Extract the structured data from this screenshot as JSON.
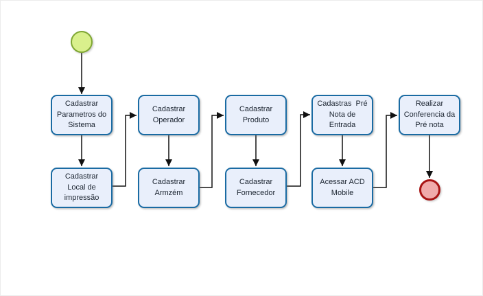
{
  "diagram": {
    "type": "flowchart",
    "background": "#ffffff",
    "colors": {
      "task_fill": "#e9effb",
      "task_border": "#1a6ba3",
      "task_text": "#1b2430",
      "start_event_fill": "#d9f08c",
      "start_event_border": "#7fa733",
      "end_event_fill": "#f0abab",
      "end_event_border": "#a81414",
      "connector": "#111111"
    },
    "nodes": {
      "start": {
        "type": "start-event"
      },
      "task_parametros": {
        "label": "Cadastrar\nParametros do\nSistema"
      },
      "task_operador": {
        "label": "Cadastrar\nOperador"
      },
      "task_produto": {
        "label": "Cadastrar\nProduto"
      },
      "task_pre_nota": {
        "label": "Cadastras  Pré\nNota de\nEntrada"
      },
      "task_conferencia": {
        "label": "Realizar\nConferencia da\nPré nota"
      },
      "task_local_impressao": {
        "label": "Cadastrar\nLocal de\nimpressão"
      },
      "task_armzem": {
        "label": "Cadastrar\nArmzém"
      },
      "task_fornecedor": {
        "label": "Cadastrar\nFornecedor"
      },
      "task_acd_mobile": {
        "label": "Acessar ACD\nMobile"
      },
      "end": {
        "type": "end-event"
      }
    },
    "edges": [
      {
        "from": "start",
        "to": "task_parametros"
      },
      {
        "from": "task_parametros",
        "to": "task_local_impressao"
      },
      {
        "from": "task_local_impressao",
        "to": "task_operador"
      },
      {
        "from": "task_operador",
        "to": "task_armzem"
      },
      {
        "from": "task_armzem",
        "to": "task_produto"
      },
      {
        "from": "task_produto",
        "to": "task_fornecedor"
      },
      {
        "from": "task_fornecedor",
        "to": "task_pre_nota"
      },
      {
        "from": "task_pre_nota",
        "to": "task_acd_mobile"
      },
      {
        "from": "task_acd_mobile",
        "to": "task_conferencia"
      },
      {
        "from": "task_conferencia",
        "to": "end"
      }
    ]
  }
}
